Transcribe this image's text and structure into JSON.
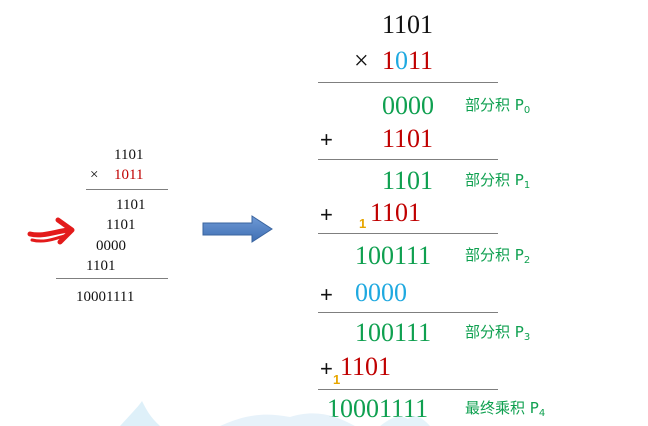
{
  "left": {
    "multiplicand": "1101",
    "times": "×",
    "multiplier": "1011",
    "partials": [
      "1101",
      "1101",
      "0000",
      "1101"
    ],
    "result": "10001111"
  },
  "right": {
    "multiplicand": "1101",
    "times": "×",
    "multiplier_digits": [
      "1",
      "0",
      "1",
      "1"
    ],
    "plus": "+",
    "carry": "1",
    "rows": {
      "p0": "0000",
      "add1": "1101",
      "p1": "1101",
      "add2": "1101",
      "p2": "100111",
      "add3": "0000",
      "p3": "100111",
      "add4": "1101",
      "final": "10001111"
    },
    "labels": {
      "p0": "部分积 P",
      "p0_sub": "0",
      "p1": "部分积 P",
      "p1_sub": "1",
      "p2": "部分积 P",
      "p2_sub": "2",
      "p3": "部分积 P",
      "p3_sub": "3",
      "final": "最终乘积 P",
      "final_sub": "4"
    }
  },
  "colors": {
    "black": "#111111",
    "red": "#c00000",
    "green": "#0fa050",
    "blue": "#1fa9e0",
    "orange": "#e7a600",
    "arrow_blue": "#4a7fc1",
    "pointer_red": "#e31b1b"
  },
  "icons": {
    "pointer": "hand-drawn-red-arrow-icon",
    "arrow": "blue-right-arrow-icon"
  }
}
